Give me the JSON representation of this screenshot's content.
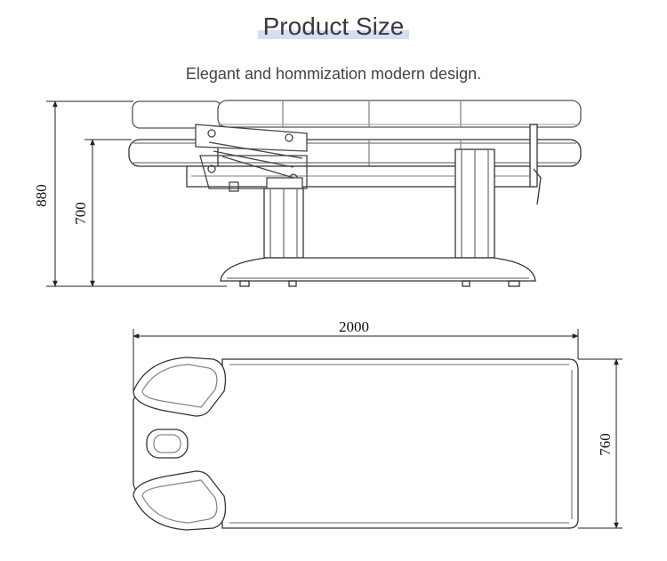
{
  "header": {
    "title": "Product Size",
    "subtitle": "Elegant and  hommization modern design."
  },
  "dimensions": {
    "overall_height": "880",
    "bed_height": "700",
    "length": "2000",
    "width": "760"
  },
  "colors": {
    "title_highlight": "#d6def3",
    "line": "#333333"
  }
}
